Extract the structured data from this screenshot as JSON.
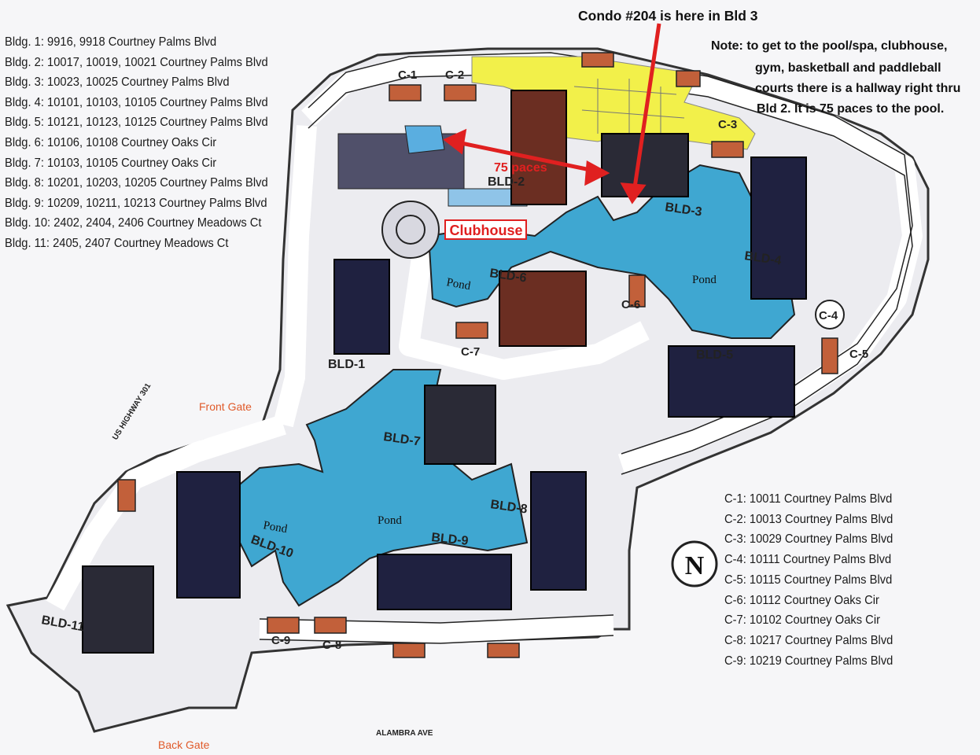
{
  "headline": "Condo #204 is here in Bld 3",
  "note_lines": [
    "Note: to get to the pool/spa, clubhouse,",
    "gym, basketball and paddleball",
    "courts there is a hallway right thru",
    "Bld 2. It is 75 paces to the pool."
  ],
  "building_legend": [
    "Bldg. 1: 9916, 9918 Courtney Palms Blvd",
    "Bldg. 2: 10017, 10019, 10021 Courtney Palms Blvd",
    "Bldg. 3: 10023, 10025 Courtney Palms Blvd",
    "Bldg. 4: 10101, 10103, 10105 Courtney Palms Blvd",
    "Bldg. 5: 10121, 10123, 10125 Courtney Palms Blvd",
    "Bldg. 6: 10106, 10108 Courtney Oaks Cir",
    "Bldg. 7: 10103, 10105 Courtney Oaks Cir",
    "Bldg. 8: 10201, 10203, 10205 Courtney Palms Blvd",
    "Bldg. 9: 10209, 10211, 10213 Courtney Palms Blvd",
    "Bldg. 10: 2402, 2404, 2406 Courtney Meadows Ct",
    "Bldg. 11: 2405, 2407 Courtney Meadows Ct"
  ],
  "carport_legend": [
    "C-1: 10011 Courtney Palms Blvd",
    "C-2: 10013 Courtney Palms Blvd",
    "C-3: 10029 Courtney Palms Blvd",
    "C-4: 10111 Courtney Palms Blvd",
    "C-5: 10115 Courtney Palms Blvd",
    "C-6: 10112 Courtney Oaks Cir",
    "C-7: 10102 Courtney Oaks Cir",
    "C-8: 10217 Courtney Palms Blvd",
    "C-9: 10219 Courtney Palms Blvd"
  ],
  "map_labels": {
    "clubhouse": "Clubhouse",
    "paces": "75 paces",
    "front_gate": "Front Gate",
    "back_gate": "Back Gate",
    "highway": "US HIGHWAY 301",
    "street": "ALAMBRA AVE",
    "north": "N",
    "pond": "Pond"
  },
  "building_labels": [
    "BLD-1",
    "BLD-2",
    "BLD-3",
    "BLD-4",
    "BLD-5",
    "BLD-6",
    "BLD-7",
    "BLD-8",
    "BLD-9",
    "BLD-10",
    "BLD-11"
  ],
  "carport_labels": [
    "C-1",
    "C-2",
    "C-3",
    "C-4",
    "C-5",
    "C-6",
    "C-7",
    "C-8",
    "C-9"
  ],
  "colors": {
    "pond": "#3fa7d1",
    "parking_highlight": "#f2f04a",
    "building_dark": "#1f2140",
    "building_brown": "#6b2e22",
    "carport": "#c2603a",
    "arrow": "#e02020",
    "road": "#ffffff"
  }
}
